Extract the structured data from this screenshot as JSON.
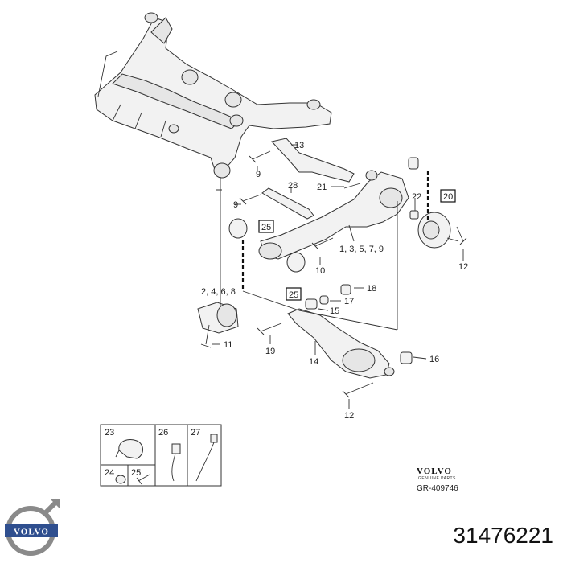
{
  "diagram": {
    "callouts": {
      "c13": "13",
      "c9a": "9",
      "c28": "28",
      "c21": "21",
      "c9b": "9",
      "c22": "22",
      "c20": "20",
      "c25a": "25",
      "c1357": "1, 3, 5, 7, 9",
      "c10": "10",
      "c12a": "12",
      "c25b": "25",
      "c2468": "2, 4, 6, 8",
      "c18": "18",
      "c17": "17",
      "c15": "15",
      "c11": "11",
      "c19": "19",
      "c14": "14",
      "c16": "16",
      "c12b": "12"
    },
    "inset": {
      "c23": "23",
      "c26": "26",
      "c27": "27",
      "c24": "24",
      "c25": "25"
    },
    "brand": "VOLVO",
    "brand_sub": "GENUINE PARTS",
    "reference": "GR-409746",
    "part_number": "31476221"
  }
}
